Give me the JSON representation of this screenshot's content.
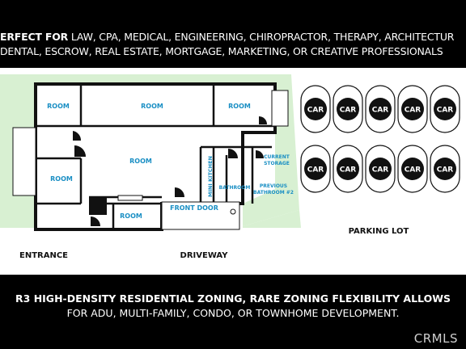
{
  "banner": {
    "line1_bold": "ERFECT FOR",
    "line1_rest": " LAW, CPA, MEDICAL, ENGINEERING, CHIROPRACTOR, THERAPY, ARCHITECTUR",
    "line2": "DENTAL, ESCROW, REAL ESTATE, MORTGAGE, MARKETING, OR CREATIVE PROFESSIONALS"
  },
  "rooms": {
    "room_a": "ROOM",
    "room_b": "ROOM",
    "room_c": "ROOM",
    "room_d": "ROOM",
    "room_e": "ROOM",
    "room_f": "ROOM",
    "mini_kitchen": "MINI KITCHEN",
    "bathroom": "BATHROOM",
    "current_storage_1": "CURRENT",
    "current_storage_2": "STORAGE",
    "previous_bathroom_1": "PREVIOUS",
    "previous_bathroom_2": "BATHROOM #2",
    "front_door": "FRONT DOOR"
  },
  "areas": {
    "entrance": "ENTRANCE",
    "driveway": "DRIVEWAY",
    "parking_lot": "PARKING LOT"
  },
  "parking": {
    "car_label": "CAR",
    "rows": 2,
    "per_row": 5
  },
  "footer": {
    "line1": "R3 HIGH-DENSITY RESIDENTIAL ZONING, RARE ZONING FLEXIBILITY ALLOWS",
    "line2": "FOR ADU, MULTI-FAMILY, CONDO, OR TOWNHOME DEVELOPMENT."
  },
  "watermark": "CRMLS",
  "colors": {
    "label_blue": "#1a8fc4",
    "grass": "#d8f0d2",
    "wall": "#111111"
  }
}
